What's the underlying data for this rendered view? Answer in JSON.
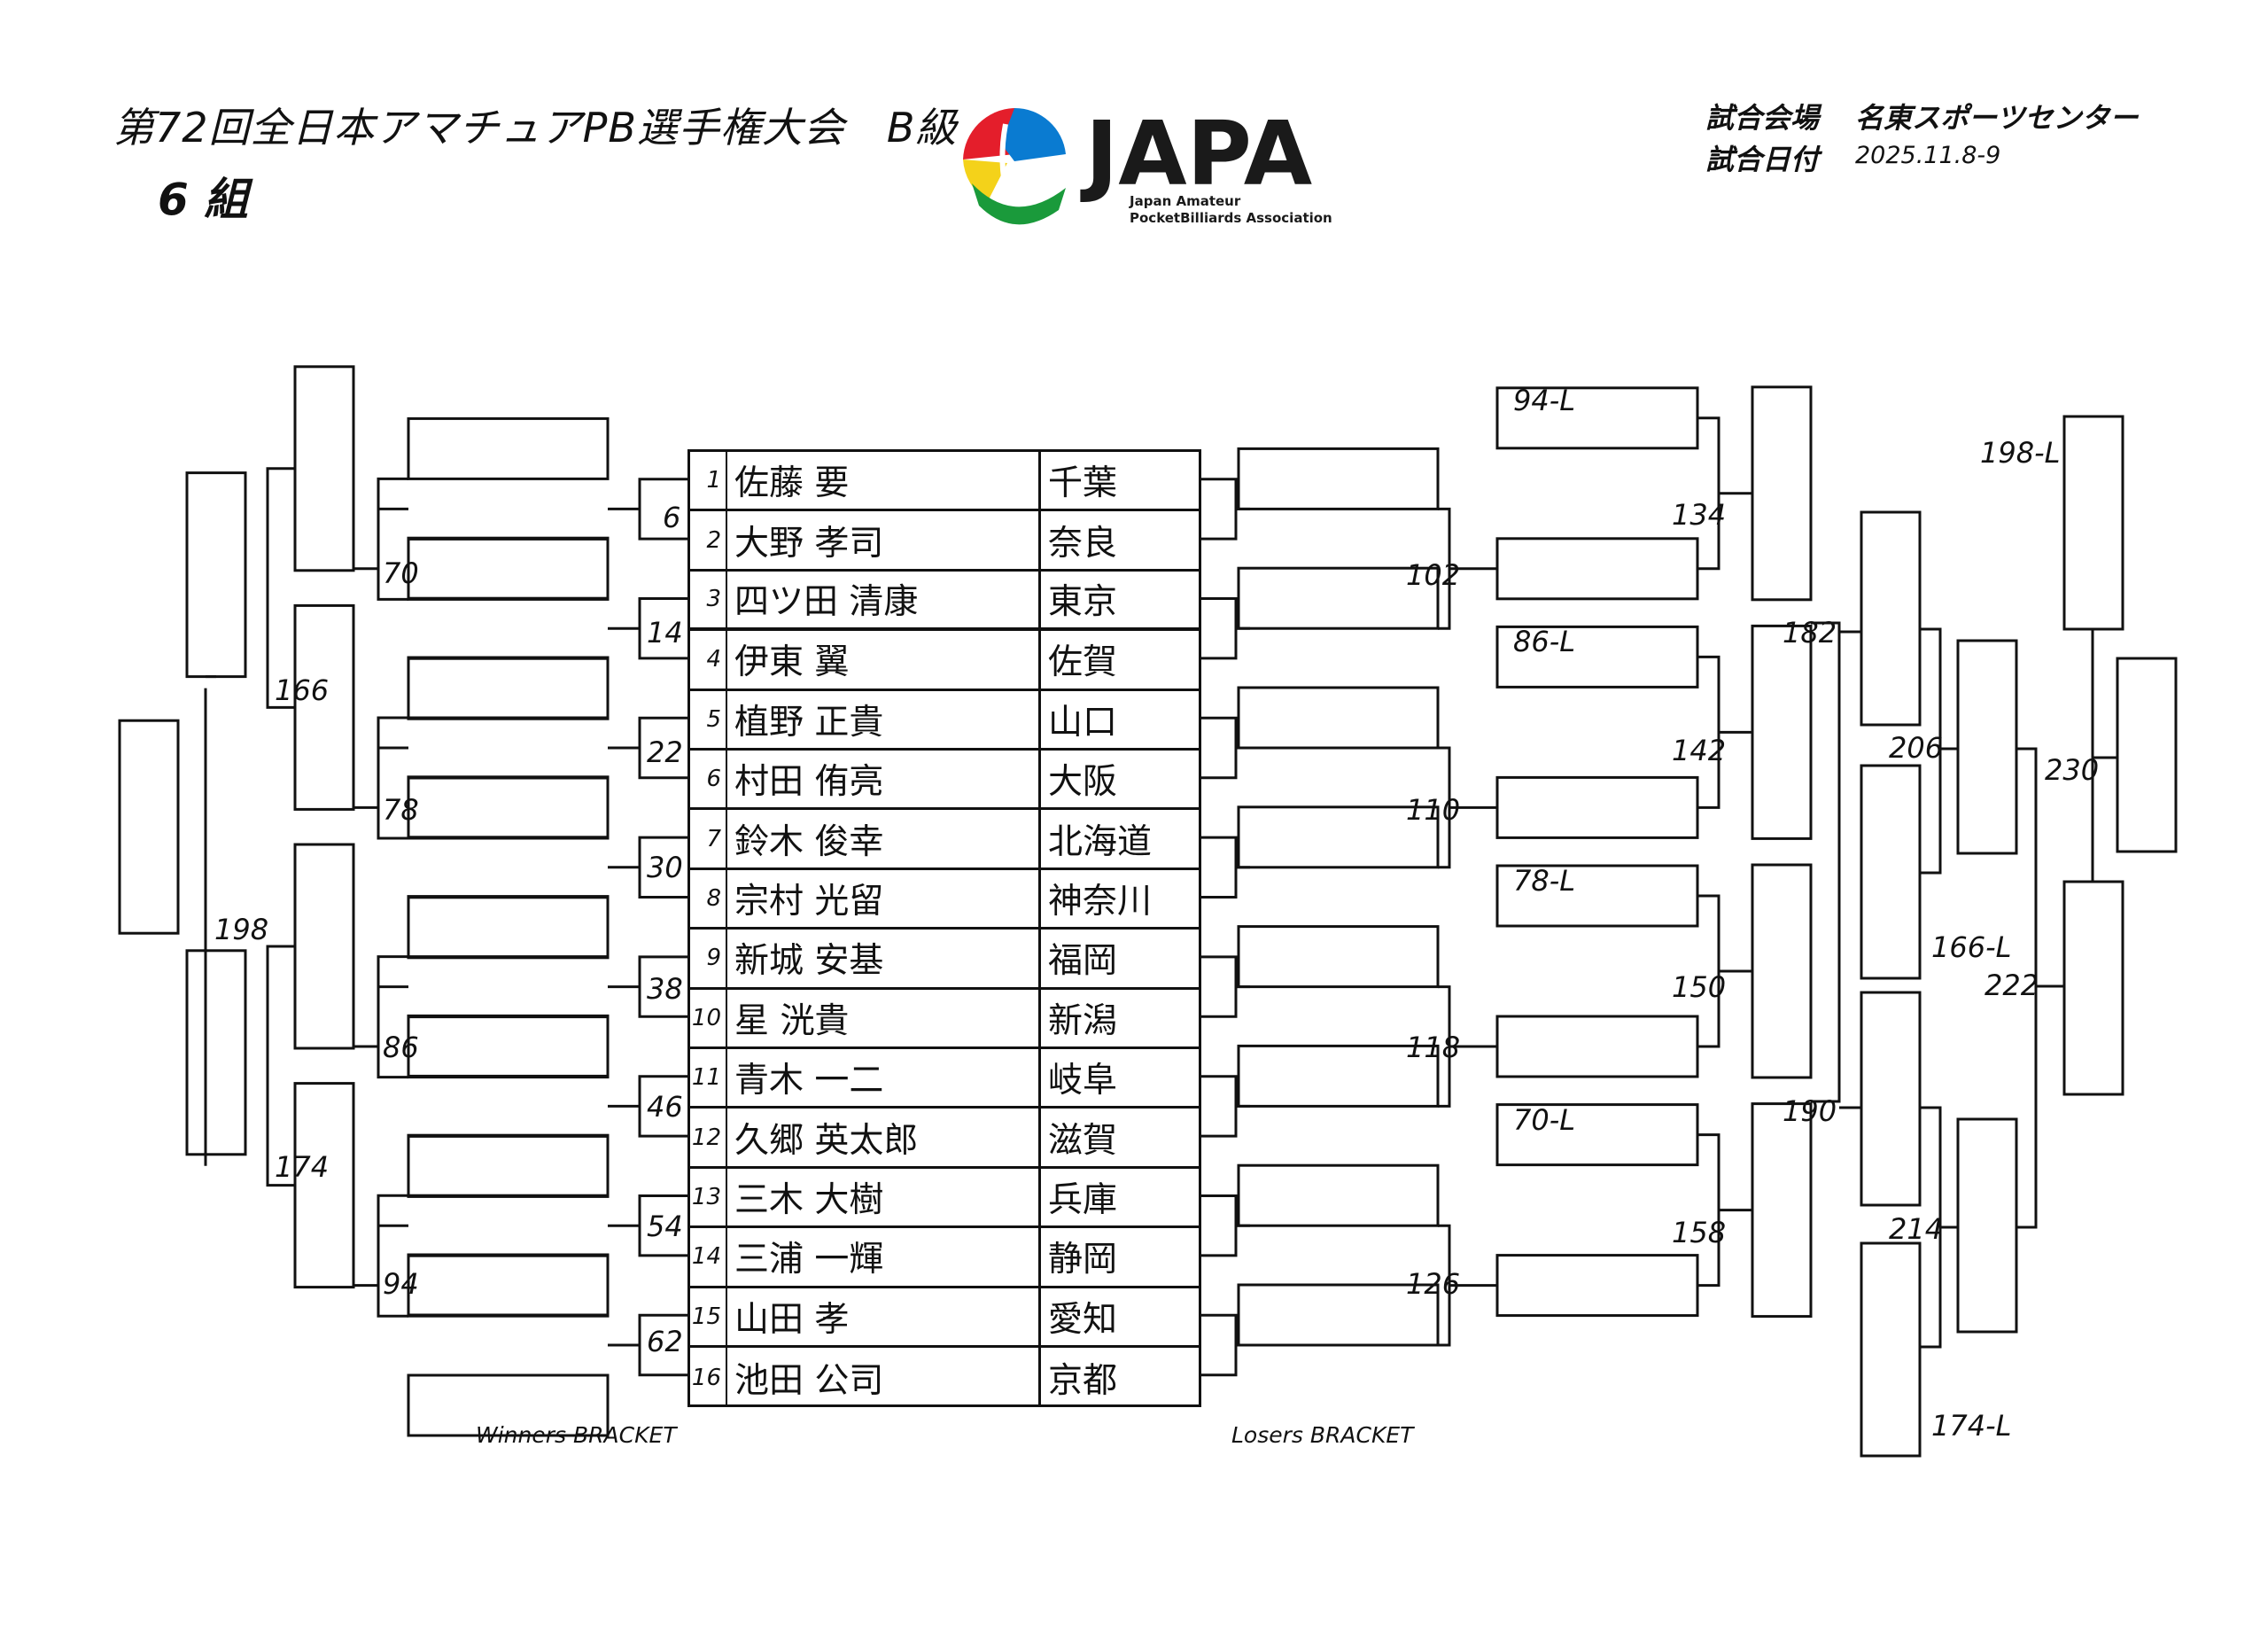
{
  "header": {
    "title": "第72回全日本アマチュアPB選手権大会　B級",
    "group": "6 組",
    "venue_label": "試合会場",
    "venue_value": "名東スポーツセンター",
    "date_label": "試合日付",
    "date_value": "2025.11.8-9"
  },
  "logo": {
    "text": "JAPA",
    "line1": "Japan Amateur",
    "line2": "PocketBilliards Association",
    "colors": [
      "#e41e2b",
      "#0a7bd1",
      "#f4d21a",
      "#1a9a3b"
    ]
  },
  "players": [
    {
      "num": "1",
      "name": "佐藤 要",
      "pref": "千葉"
    },
    {
      "num": "2",
      "name": "大野 孝司",
      "pref": "奈良"
    },
    {
      "num": "3",
      "name": "四ツ田 清康",
      "pref": "東京"
    },
    {
      "num": "4",
      "name": "伊東 翼",
      "pref": "佐賀"
    },
    {
      "num": "5",
      "name": "植野 正貴",
      "pref": "山口"
    },
    {
      "num": "6",
      "name": "村田 侑亮",
      "pref": "大阪"
    },
    {
      "num": "7",
      "name": "鈴木 俊幸",
      "pref": "北海道"
    },
    {
      "num": "8",
      "name": "宗村 光留",
      "pref": "神奈川"
    },
    {
      "num": "9",
      "name": "新城 安基",
      "pref": "福岡"
    },
    {
      "num": "10",
      "name": "星 洸貴",
      "pref": "新潟"
    },
    {
      "num": "11",
      "name": "青木 一二",
      "pref": "岐阜"
    },
    {
      "num": "12",
      "name": "久郷 英太郎",
      "pref": "滋賀"
    },
    {
      "num": "13",
      "name": "三木 大樹",
      "pref": "兵庫"
    },
    {
      "num": "14",
      "name": "三浦 一輝",
      "pref": "静岡"
    },
    {
      "num": "15",
      "name": "山田 孝",
      "pref": "愛知"
    },
    {
      "num": "16",
      "name": "池田 公司",
      "pref": "京都"
    }
  ],
  "winners_bracket": {
    "label": "Winners BRACKET",
    "round1": [
      "6",
      "14",
      "22",
      "30",
      "38",
      "46",
      "54",
      "62"
    ],
    "round2": [
      "70",
      "78",
      "86",
      "94"
    ],
    "round3": [
      "166",
      "174"
    ],
    "final": "198"
  },
  "losers_bracket": {
    "label": "Losers BRACKET",
    "round1": [
      "102",
      "110",
      "118",
      "126"
    ],
    "drop_in_1": [
      "94-L",
      "86-L",
      "78-L",
      "70-L"
    ],
    "round2": [
      "134",
      "142",
      "150",
      "158"
    ],
    "round3": [
      "182",
      "190"
    ],
    "round4": [
      "206",
      "214"
    ],
    "drop_in_2": [
      "166-L",
      "174-L"
    ],
    "round5": "222",
    "drop_in_3": "198-L",
    "final": "230"
  }
}
